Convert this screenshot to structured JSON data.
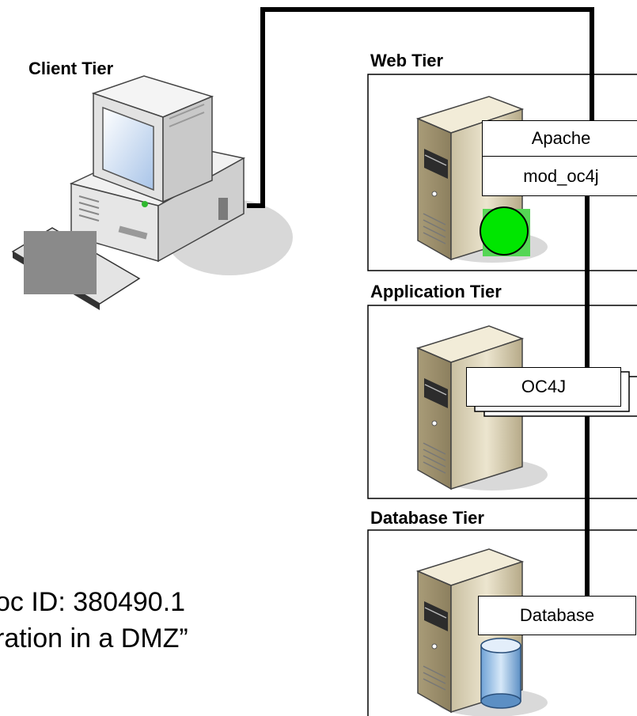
{
  "tiers": {
    "client": "Client Tier",
    "web": "Web Tier",
    "application": "Application Tier",
    "database": "Database Tier"
  },
  "components": {
    "apache": "Apache",
    "mod_oc4j": "mod_oc4j",
    "oc4j": "OC4J",
    "database": "Database"
  },
  "note": {
    "line1": "oc ID: 380490.1",
    "line2": "ration in a DMZ”"
  },
  "colors": {
    "status": "#00e600",
    "status_box": "#55d655"
  }
}
